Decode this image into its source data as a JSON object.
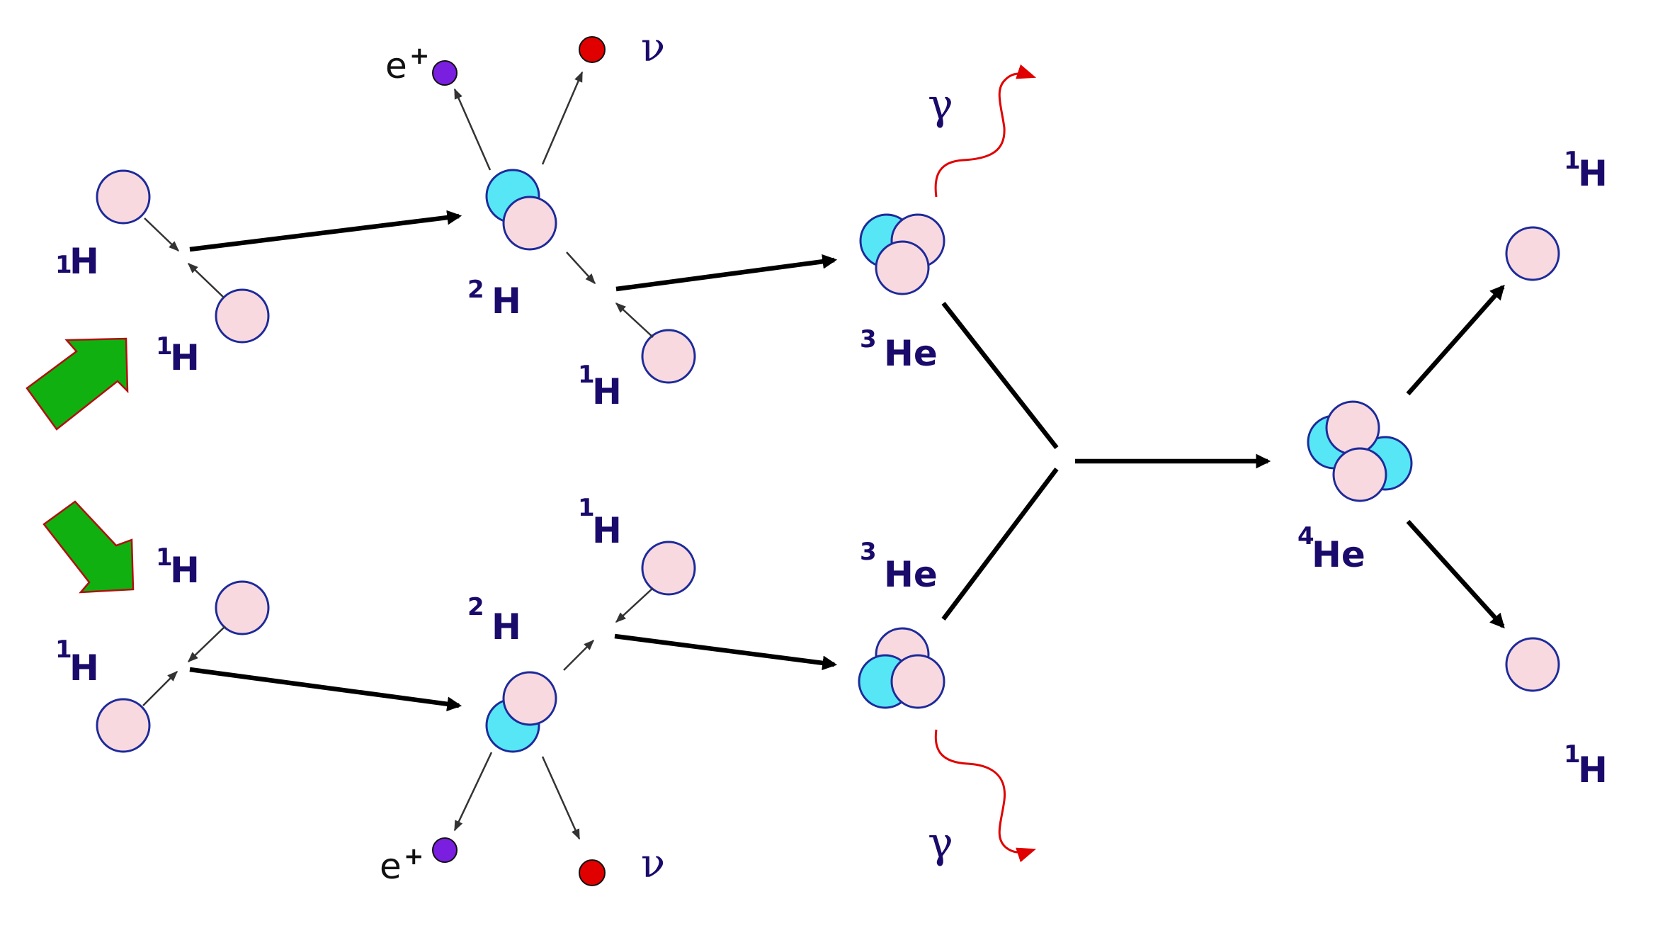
{
  "labels": {
    "h1": "1",
    "h1_sym": "H",
    "h2": "2",
    "h2_sym": "H",
    "he3": "3",
    "he3_sym": "He",
    "he4": "4",
    "he4_sym": "He",
    "positron": "e",
    "positron_sup": "+",
    "neutrino": "ν",
    "gamma": "γ"
  },
  "colors": {
    "proton": "#f8d9df",
    "neutron": "#57e6f5",
    "positron": "#7a1fe0",
    "neutrino": "#e00000",
    "photon": "#e00000",
    "label": "#1a0a6b",
    "big_arrow": "#10b010"
  }
}
